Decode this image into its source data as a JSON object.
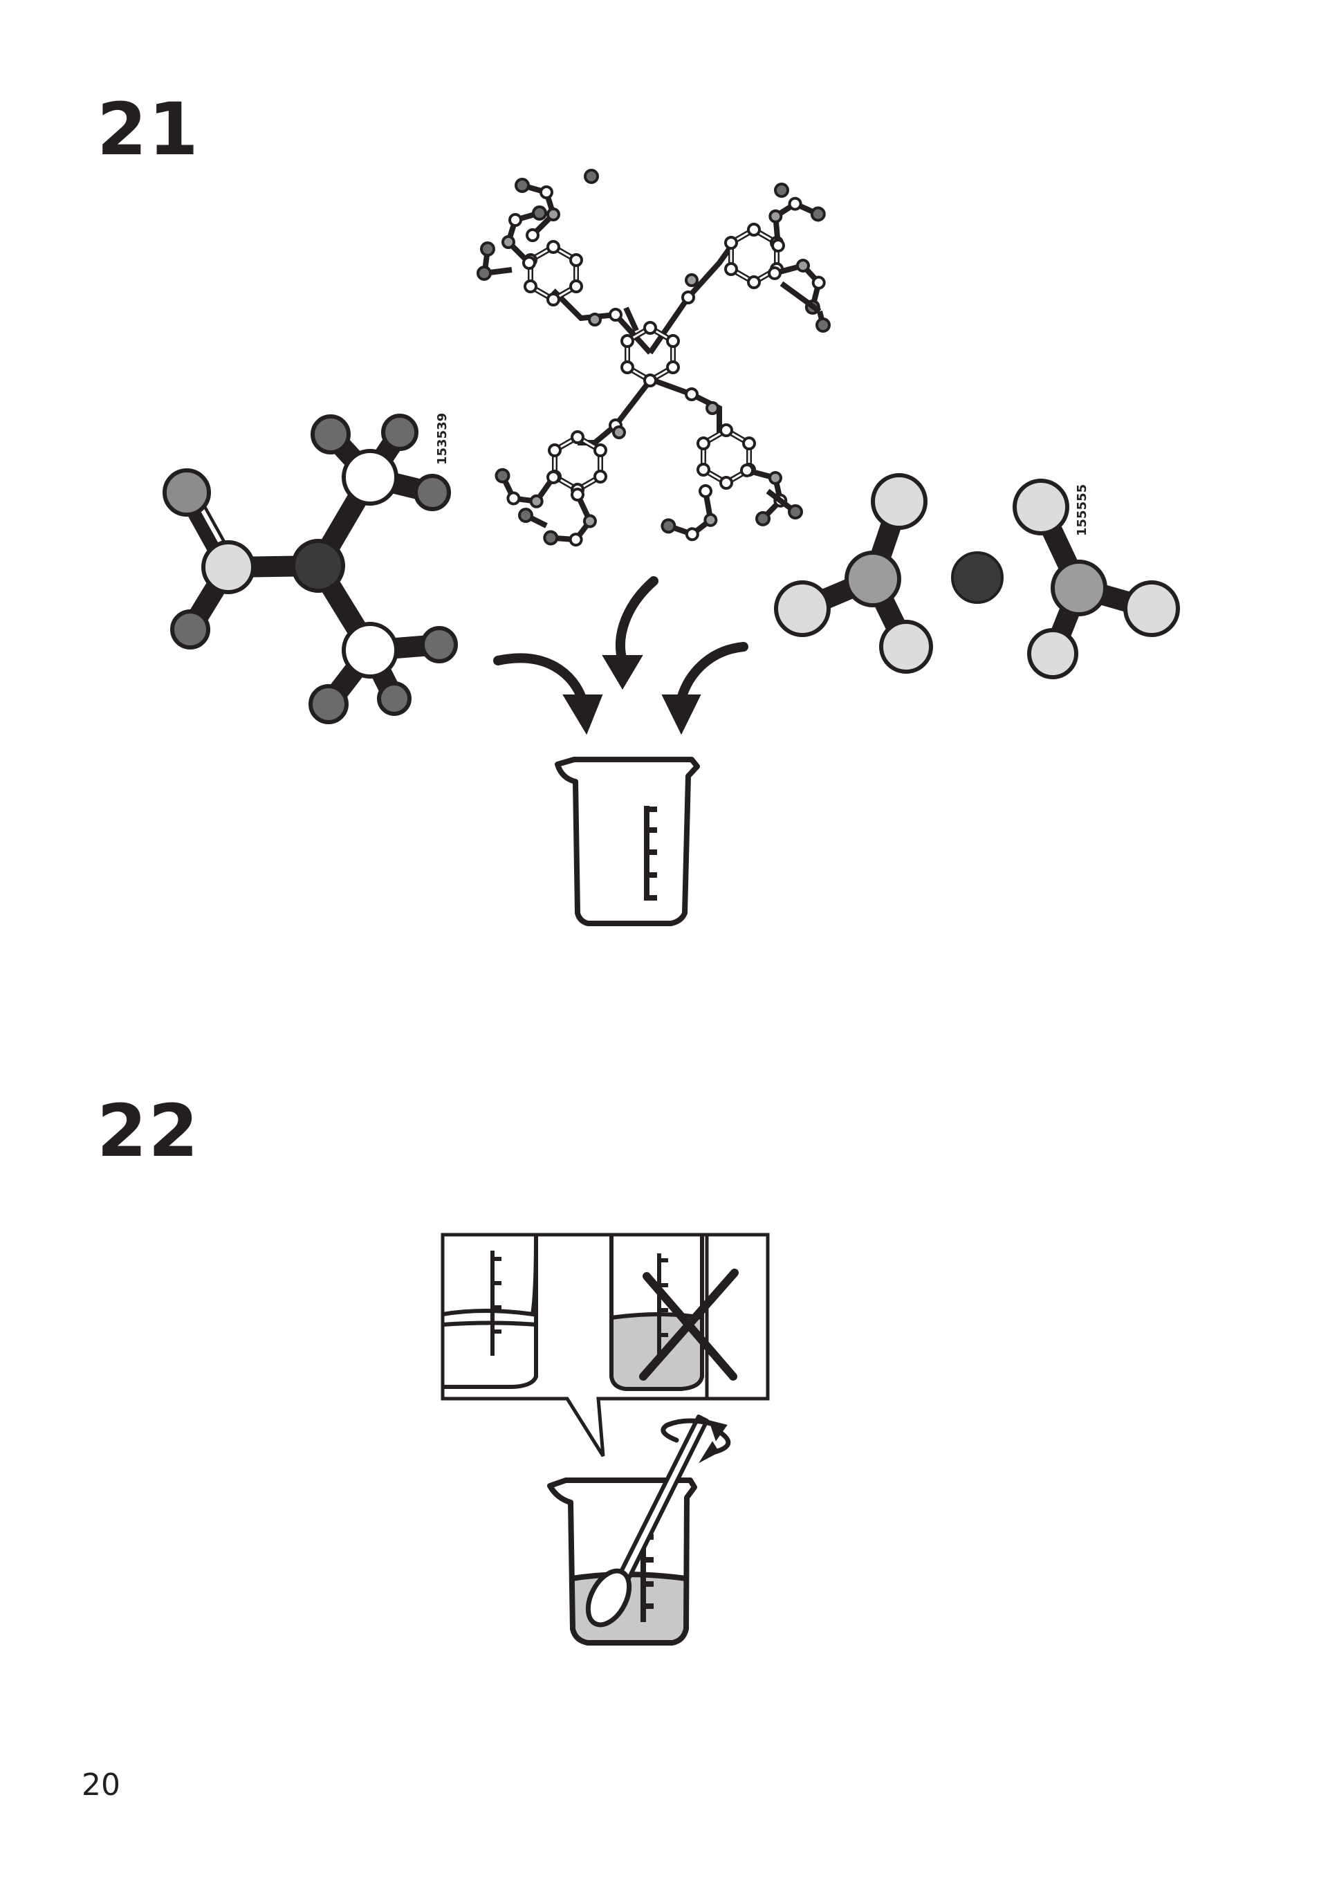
{
  "steps": [
    {
      "number": "21",
      "part_ids": [
        "153539",
        "155555"
      ]
    },
    {
      "number": "22"
    }
  ],
  "page_number": "20",
  "colors": {
    "ink": "#231f20",
    "dark_atom": "#3a3a3a",
    "mid_atom": "#6b6b6b",
    "light_atom": "#9c9c9c",
    "pale_atom": "#dcdcdc",
    "liquid": "#c8c8c8"
  }
}
